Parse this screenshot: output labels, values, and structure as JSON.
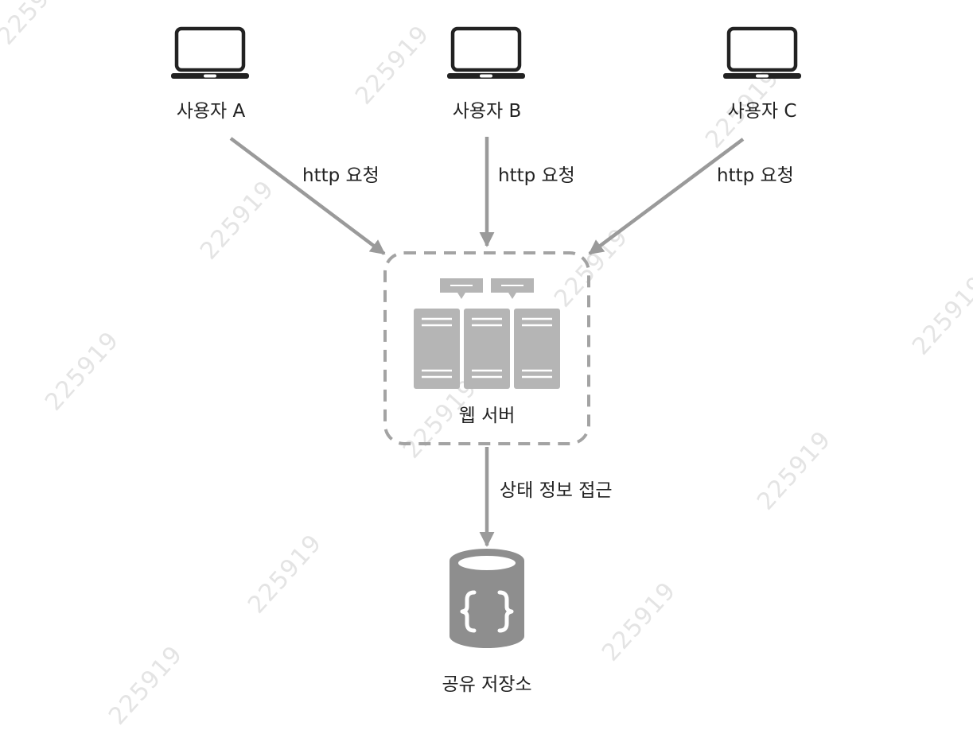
{
  "users": [
    {
      "label": "사용자 A"
    },
    {
      "label": "사용자 B"
    },
    {
      "label": "사용자 C"
    }
  ],
  "edges": {
    "request_a": "http 요청",
    "request_b": "http 요청",
    "request_c": "http 요청",
    "state_access": "상태 정보 접근"
  },
  "web_server": {
    "label": "웹 서버"
  },
  "shared_storage": {
    "label": "공유 저장소",
    "icon": "database-braces-icon"
  },
  "watermark": "225919",
  "colors": {
    "arrow": "#9a9a9a",
    "icon": "#222222",
    "server": "#b5b5b5",
    "dashed_border": "#a3a3a3",
    "database": "#8e8e8e",
    "watermark": "#e4e4e4"
  }
}
